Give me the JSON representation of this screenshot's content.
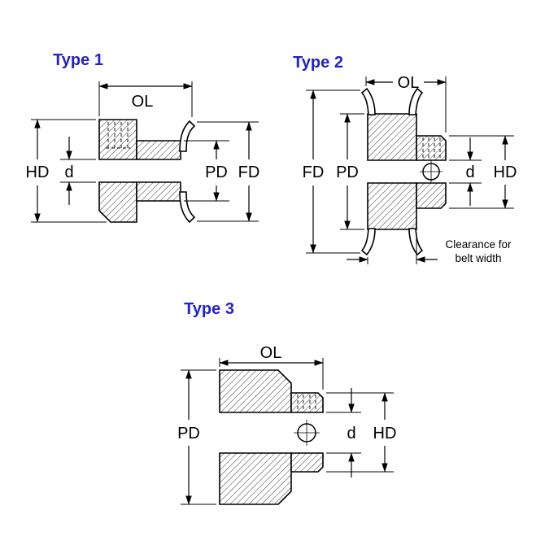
{
  "meta": {
    "background": "#ffffff",
    "title_color": "#2222cc",
    "line_color": "#000000"
  },
  "type1": {
    "title": "Type 1",
    "dims": {
      "ol": "OL",
      "hd": "HD",
      "d": "d",
      "pd": "PD",
      "fd": "FD"
    }
  },
  "type2": {
    "title": "Type 2",
    "dims": {
      "ol": "OL",
      "fd": "FD",
      "pd": "PD",
      "d": "d",
      "hd": "HD"
    },
    "note": {
      "line1": "Clearance for",
      "line2": "belt width"
    }
  },
  "type3": {
    "title": "Type 3",
    "dims": {
      "ol": "OL",
      "pd": "PD",
      "d": "d",
      "hd": "HD"
    }
  }
}
